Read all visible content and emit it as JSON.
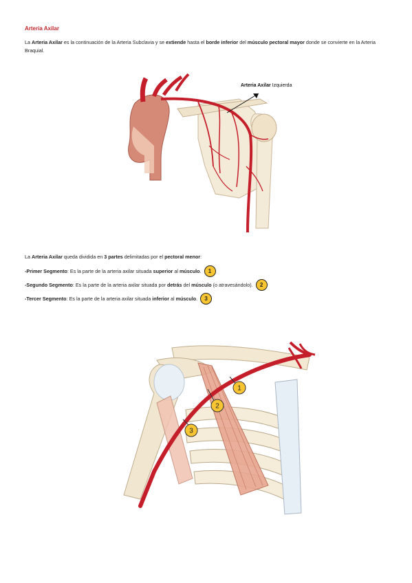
{
  "title": "Arteria Axilar",
  "intro": {
    "t1": "La ",
    "b1": "Arteria Axilar",
    "t2": " es la continuación de la Arteria Subclavia y se ",
    "b2": "extiende",
    "t3": " hasta el ",
    "b3": "borde inferior",
    "t4": " del ",
    "b4": "músculo pectoral mayor",
    "t5": " donde se convierte en la Arteria Braquial."
  },
  "figure1": {
    "label_bold": "Arteria Axilar",
    "label_rest": " Izquierda"
  },
  "division": {
    "t1": "La ",
    "b1": "Arteria Axilar",
    "t2": " queda dividida en ",
    "b2": "3 partes",
    "t3": " delimitadas por el ",
    "b3": "pectoral menor",
    "t4": ":"
  },
  "segments": [
    {
      "name": "-Primer Segmento",
      "t1": ": Es la parte de la arteria axilar situada ",
      "b1": "superior",
      "t2": " al ",
      "b2": "músculo",
      "t3": ".",
      "badge": "1"
    },
    {
      "name": "-Segundo Segmento",
      "t1": ": Es la parte de la arteria axilar situada por ",
      "b1": "detrás",
      "t2": " del ",
      "b2": "músculo",
      "t3": " (o atravesándolo).",
      "badge": "2"
    },
    {
      "name": "-Tercer Segmento",
      "t1": ": Es la parte de la arteria axilar situada ",
      "b1": "inferior",
      "t2": " al ",
      "b2": "músculo",
      "t3": ".",
      "badge": "3"
    }
  ],
  "figure2": {
    "markers": [
      "1",
      "2",
      "3"
    ]
  },
  "colors": {
    "title": "#c0282d",
    "artery": "#c41e2a",
    "badge": "#f6c531"
  }
}
